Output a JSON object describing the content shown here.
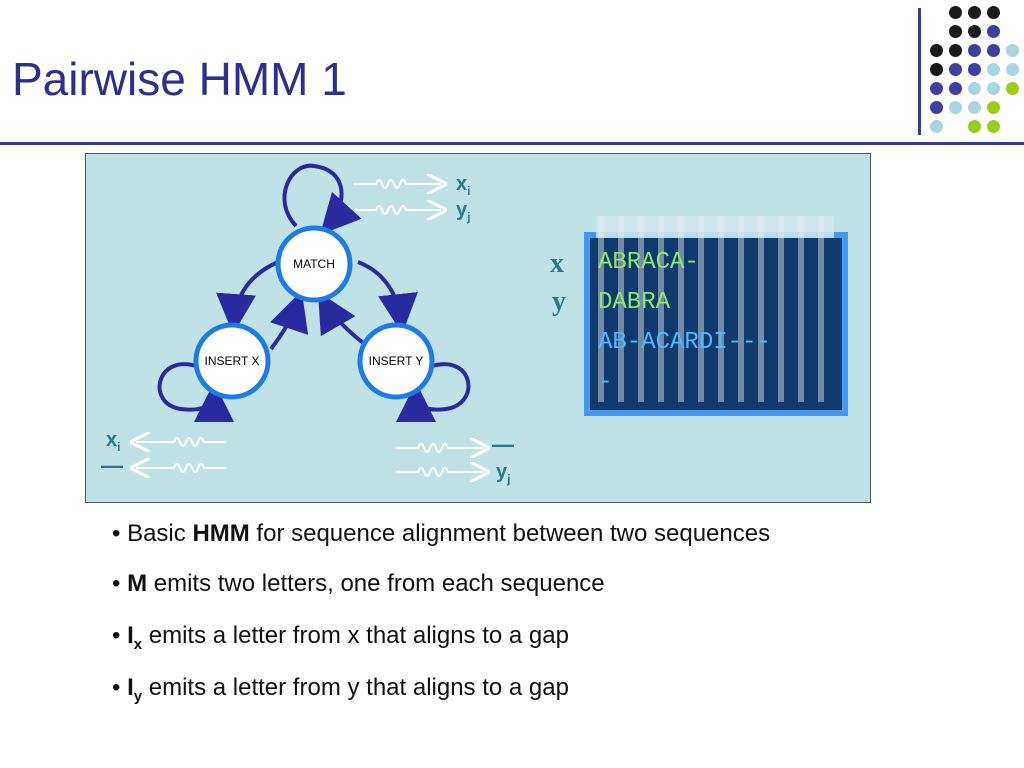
{
  "slide": {
    "title": "Pairwise HMM 1"
  },
  "decor": {
    "dot_colors": [
      "#1a1a1a",
      "#3f3f9e",
      "#a9d6de",
      "#9acd1a",
      "#ffffff"
    ]
  },
  "figure": {
    "states": {
      "match": "MATCH",
      "insert_x": "INSERT X",
      "insert_y": "INSERT Y"
    },
    "emissions": {
      "match_x": "x",
      "match_x_sub": "i",
      "match_y": "y",
      "match_y_sub": "j",
      "insx_x": "x",
      "insx_x_sub": "i",
      "insx_gap": "—",
      "insy_gap": "—",
      "insy_y": "y",
      "insy_y_sub": "j"
    },
    "alignment": {
      "row_label_x": "x",
      "row_label_y": "y",
      "line1": "ABRACA-",
      "line2": "DABRA",
      "line3": "AB-ACARDI---",
      "line4": "-"
    }
  },
  "bullets": {
    "b1_pre": "Basic ",
    "b1_bold": "HMM",
    "b1_post": " for sequence alignment between two sequences",
    "b2_bold": "M",
    "b2_post": " emits two letters, one from each sequence",
    "b3_bold": "I",
    "b3_sub": "x",
    "b3_post": " emits a letter from x that aligns to a gap",
    "b4_bold": "I",
    "b4_sub": "y",
    "b4_post": " emits a letter from y that aligns to a gap"
  }
}
